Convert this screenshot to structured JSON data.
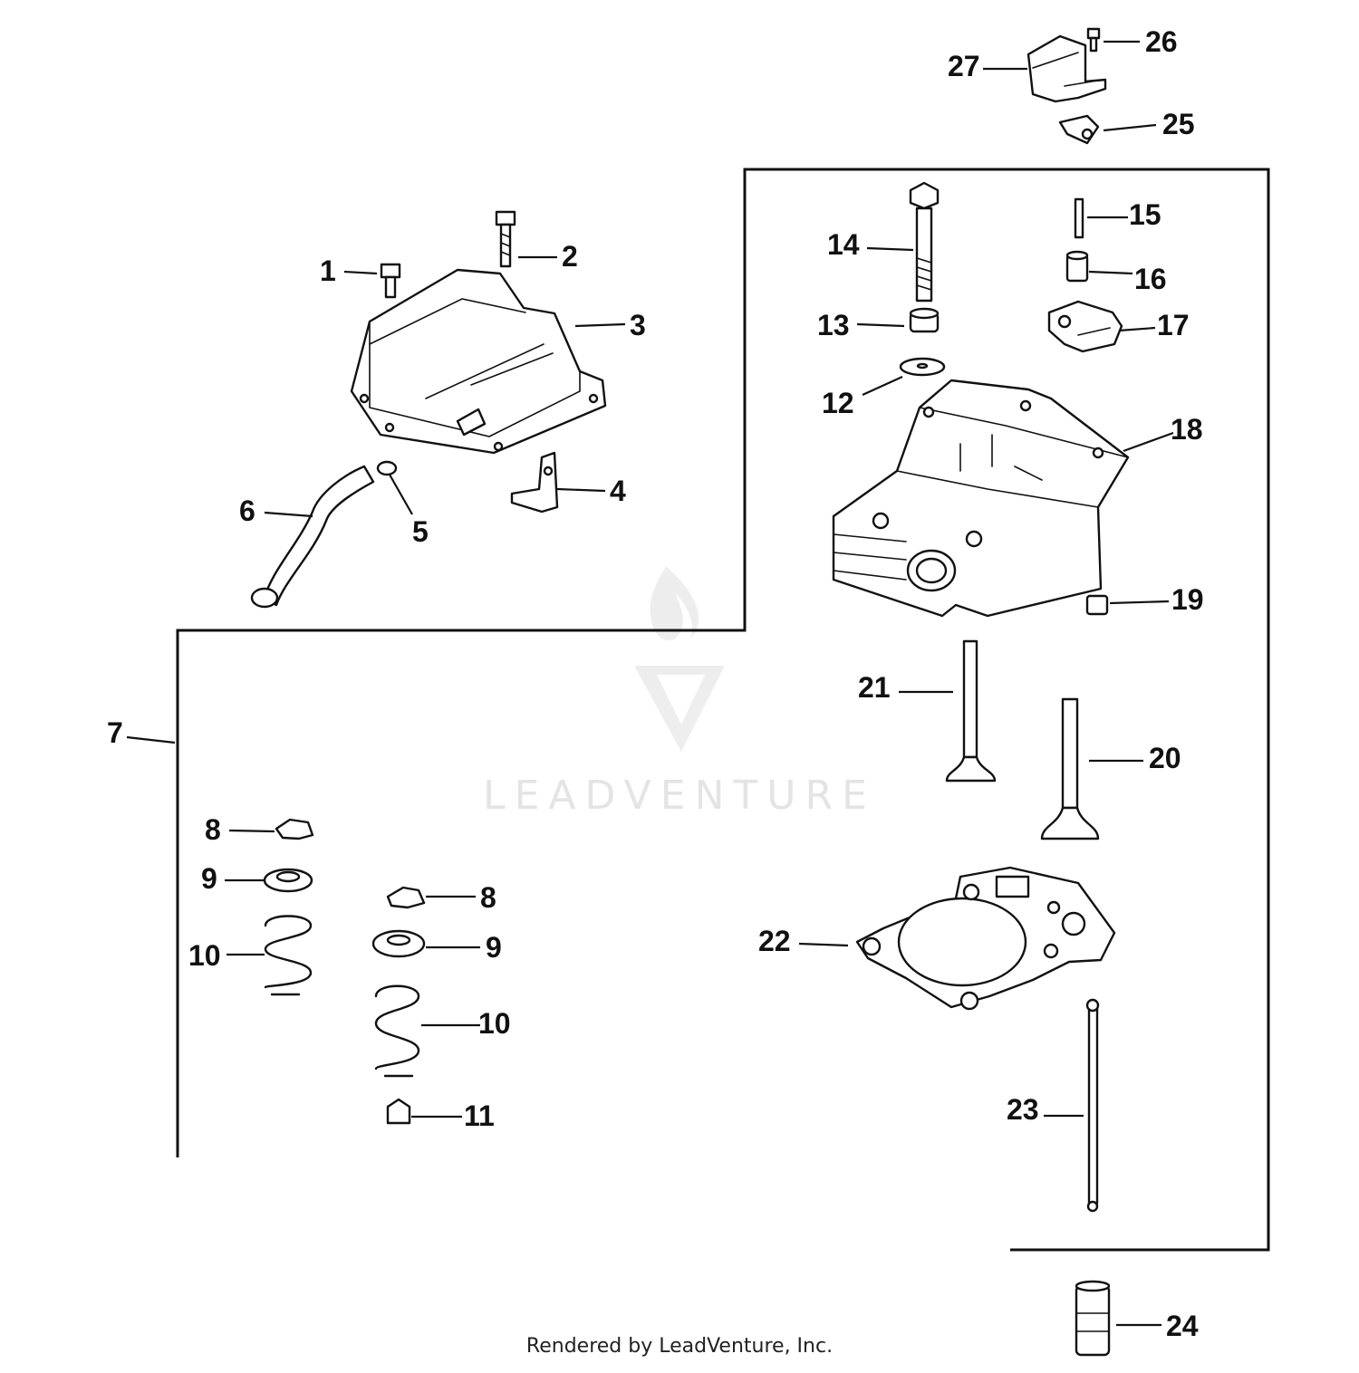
{
  "watermark": {
    "brand": "LEADVENTURE"
  },
  "footer": {
    "credit": "Rendered by LeadVenture, Inc."
  },
  "callouts": {
    "c1": "1",
    "c2": "2",
    "c3": "3",
    "c4": "4",
    "c5": "5",
    "c6": "6",
    "c7": "7",
    "c8a": "8",
    "c8b": "8",
    "c9a": "9",
    "c9b": "9",
    "c10a": "10",
    "c10b": "10",
    "c11": "11",
    "c12": "12",
    "c13": "13",
    "c14": "14",
    "c15": "15",
    "c16": "16",
    "c17": "17",
    "c18": "18",
    "c19": "19",
    "c20": "20",
    "c21": "21",
    "c22": "22",
    "c23": "23",
    "c24": "24",
    "c25": "25",
    "c26": "26",
    "c27": "27"
  }
}
